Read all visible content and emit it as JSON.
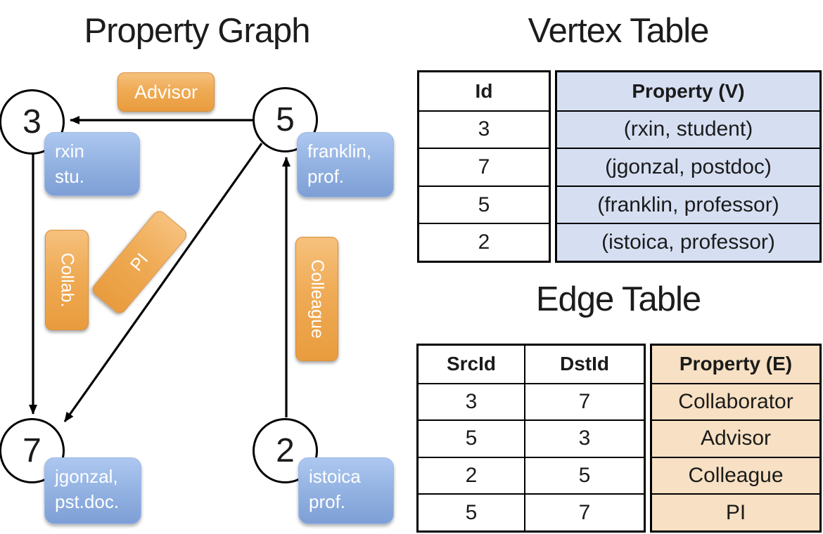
{
  "colors": {
    "edge_label_orange": "#EFA94E",
    "vertex_label_blue": "#8FAEDF",
    "vertex_table_cell_bg": "#D6DFF2",
    "edge_table_cell_bg": "#F7E0C3",
    "line_black": "#000000"
  },
  "graph": {
    "title": "Property Graph",
    "nodes": [
      {
        "id": "3",
        "property_line1": "rxin",
        "property_line2": "stu."
      },
      {
        "id": "5",
        "property_line1": "franklin,",
        "property_line2": "prof."
      },
      {
        "id": "7",
        "property_line1": "jgonzal,",
        "property_line2": "pst.doc."
      },
      {
        "id": "2",
        "property_line1": "istoica",
        "property_line2": "prof."
      }
    ],
    "edge_labels": {
      "advisor": "Advisor",
      "collab": "Collab.",
      "pi": "PI",
      "colleague": "Colleague"
    }
  },
  "vertex_table": {
    "title": "Vertex Table",
    "columns": [
      "Id",
      "Property (V)"
    ],
    "rows": [
      [
        "3",
        "(rxin, student)"
      ],
      [
        "7",
        "(jgonzal, postdoc)"
      ],
      [
        "5",
        "(franklin, professor)"
      ],
      [
        "2",
        "(istoica, professor)"
      ]
    ]
  },
  "edge_table": {
    "title": "Edge Table",
    "columns": [
      "SrcId",
      "DstId",
      "Property (E)"
    ],
    "rows": [
      [
        "3",
        "7",
        "Collaborator"
      ],
      [
        "5",
        "3",
        "Advisor"
      ],
      [
        "2",
        "5",
        "Colleague"
      ],
      [
        "5",
        "7",
        "PI"
      ]
    ]
  }
}
